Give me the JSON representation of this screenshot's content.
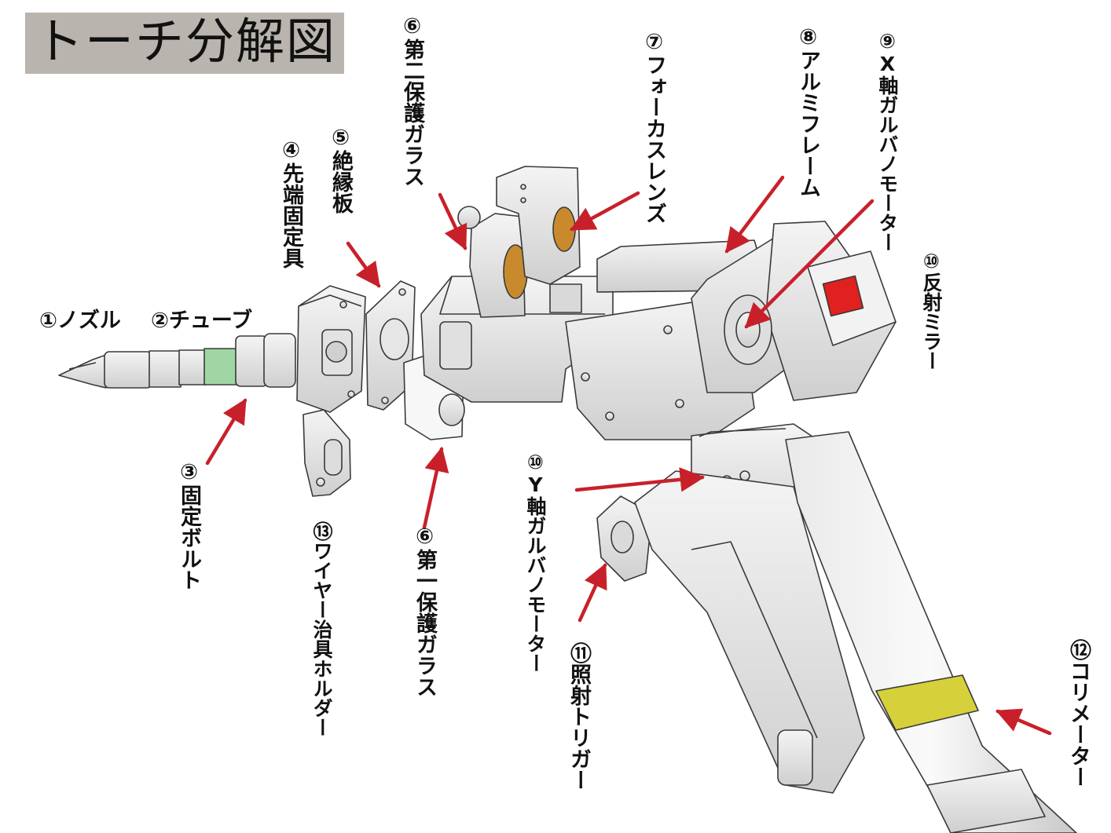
{
  "title": "トーチ分解図",
  "labels": [
    {
      "id": "nozzle",
      "num": "①",
      "text": "ノズル"
    },
    {
      "id": "tube",
      "num": "②",
      "text": "チューブ"
    },
    {
      "id": "fixing-bolt",
      "num": "③",
      "text": "固定ボルト"
    },
    {
      "id": "tip-fixture",
      "num": "④",
      "text": "先端固定具"
    },
    {
      "id": "insulation-plate",
      "num": "⑤",
      "text": "絶縁板"
    },
    {
      "id": "second-protective-glass",
      "num": "⑥",
      "text": "第二保護ガラス"
    },
    {
      "id": "first-protective-glass",
      "num": "⑥",
      "text": "第一保護ガラス"
    },
    {
      "id": "focus-lens",
      "num": "⑦",
      "text": "フォーカスレンズ"
    },
    {
      "id": "aluminum-frame",
      "num": "⑧",
      "text": "アルミフレーム"
    },
    {
      "id": "x-axis-galvo-motor",
      "num": "⑨",
      "text": "X軸ガルバノモーター"
    },
    {
      "id": "reflecting-mirror",
      "num": "⑩",
      "text": "反射ミラー"
    },
    {
      "id": "y-axis-galvo-motor",
      "num": "⑩",
      "text": "Y軸ガルバノモーター"
    },
    {
      "id": "trigger",
      "num": "⑪",
      "text": "照射トリガー"
    },
    {
      "id": "collimator",
      "num": "⑫",
      "text": "コリメーター"
    },
    {
      "id": "wire-jig-holder",
      "num": "⑬",
      "text": "ワイヤー治具ホルダー"
    }
  ],
  "colors": {
    "arrow": "#c8202a",
    "title_bg": "#b9b4ad",
    "tube_band": "#9fd6a3",
    "collimator_band": "#d6d13a",
    "mirror": "#e12020",
    "lens": "#c98a2e"
  }
}
